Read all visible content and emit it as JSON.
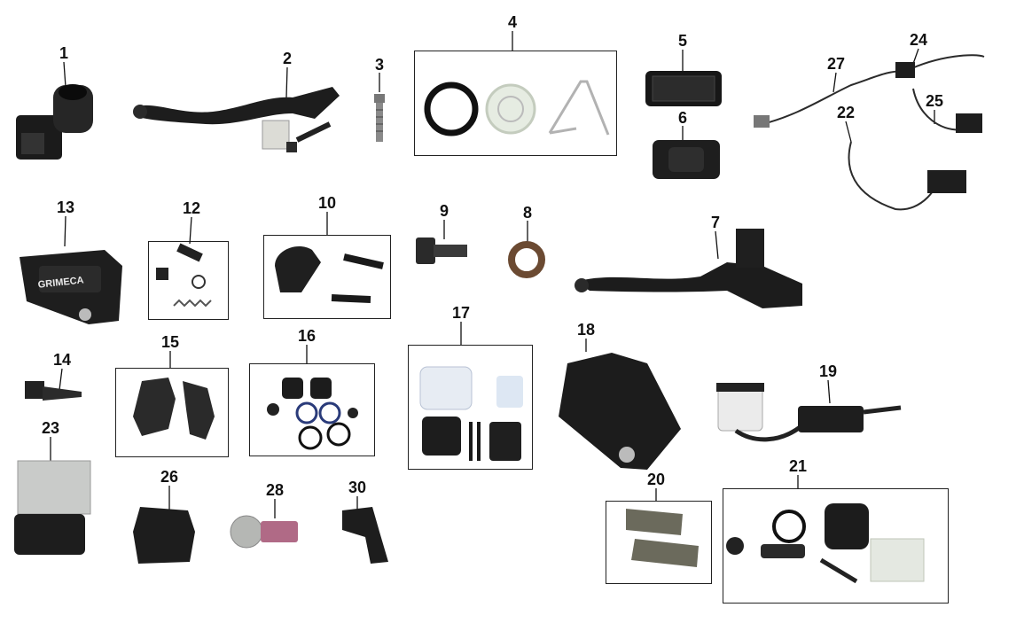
{
  "diagram": {
    "labels": {
      "p1": "1",
      "p2": "2",
      "p3": "3",
      "p4": "4",
      "p5": "5",
      "p6": "6",
      "p7": "7",
      "p8": "8",
      "p9": "9",
      "p10": "10",
      "p12": "12",
      "p13": "13",
      "p14": "14",
      "p15": "15",
      "p16": "16",
      "p17": "17",
      "p18": "18",
      "p19": "19",
      "p20": "20",
      "p21": "21",
      "p22": "22",
      "p23": "23",
      "p24": "24",
      "p25": "25",
      "p26": "26",
      "p27": "27",
      "p28": "28",
      "p30": "30"
    },
    "caliper_brand": "GRIMECA"
  }
}
